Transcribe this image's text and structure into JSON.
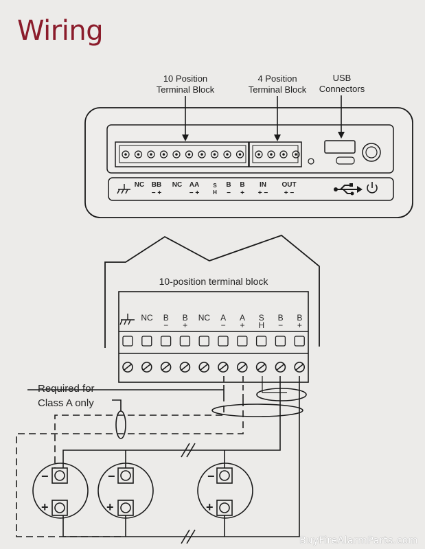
{
  "title": "Wiring",
  "callouts": {
    "ten_position": [
      "10 Position",
      "Terminal Block"
    ],
    "four_position": [
      "4 Position",
      "Terminal Block"
    ],
    "usb": [
      "USB",
      "Connectors"
    ]
  },
  "panel_labels": [
    {
      "top": "NC",
      "bottom": ""
    },
    {
      "top": "BB",
      "bottom": "− +"
    },
    {
      "top": "NC",
      "bottom": ""
    },
    {
      "top": "AA",
      "bottom": "− +"
    },
    {
      "top": "S",
      "bottom": "H"
    },
    {
      "top": "B",
      "bottom": "−"
    },
    {
      "top": "B",
      "bottom": "+"
    },
    {
      "top": "IN",
      "bottom": "+ −"
    },
    {
      "top": "OUT",
      "bottom": "+ −"
    }
  ],
  "block_title": "10-position terminal block",
  "block_labels": [
    {
      "top": "NC",
      "bottom": ""
    },
    {
      "top": "B",
      "bottom": "−"
    },
    {
      "top": "B",
      "bottom": "+"
    },
    {
      "top": "NC",
      "bottom": ""
    },
    {
      "top": "A",
      "bottom": "−"
    },
    {
      "top": "A",
      "bottom": "+"
    },
    {
      "top": "S",
      "bottom": "H"
    },
    {
      "top": "B",
      "bottom": "−"
    },
    {
      "top": "B",
      "bottom": "+"
    }
  ],
  "class_a_note": [
    "Required for",
    "Class A only"
  ],
  "polarity": {
    "minus": "−",
    "plus": "+"
  },
  "watermark": "BuyFireAlarmParts.com",
  "icons": [
    "ground-icon",
    "usb-icon",
    "power-icon"
  ]
}
